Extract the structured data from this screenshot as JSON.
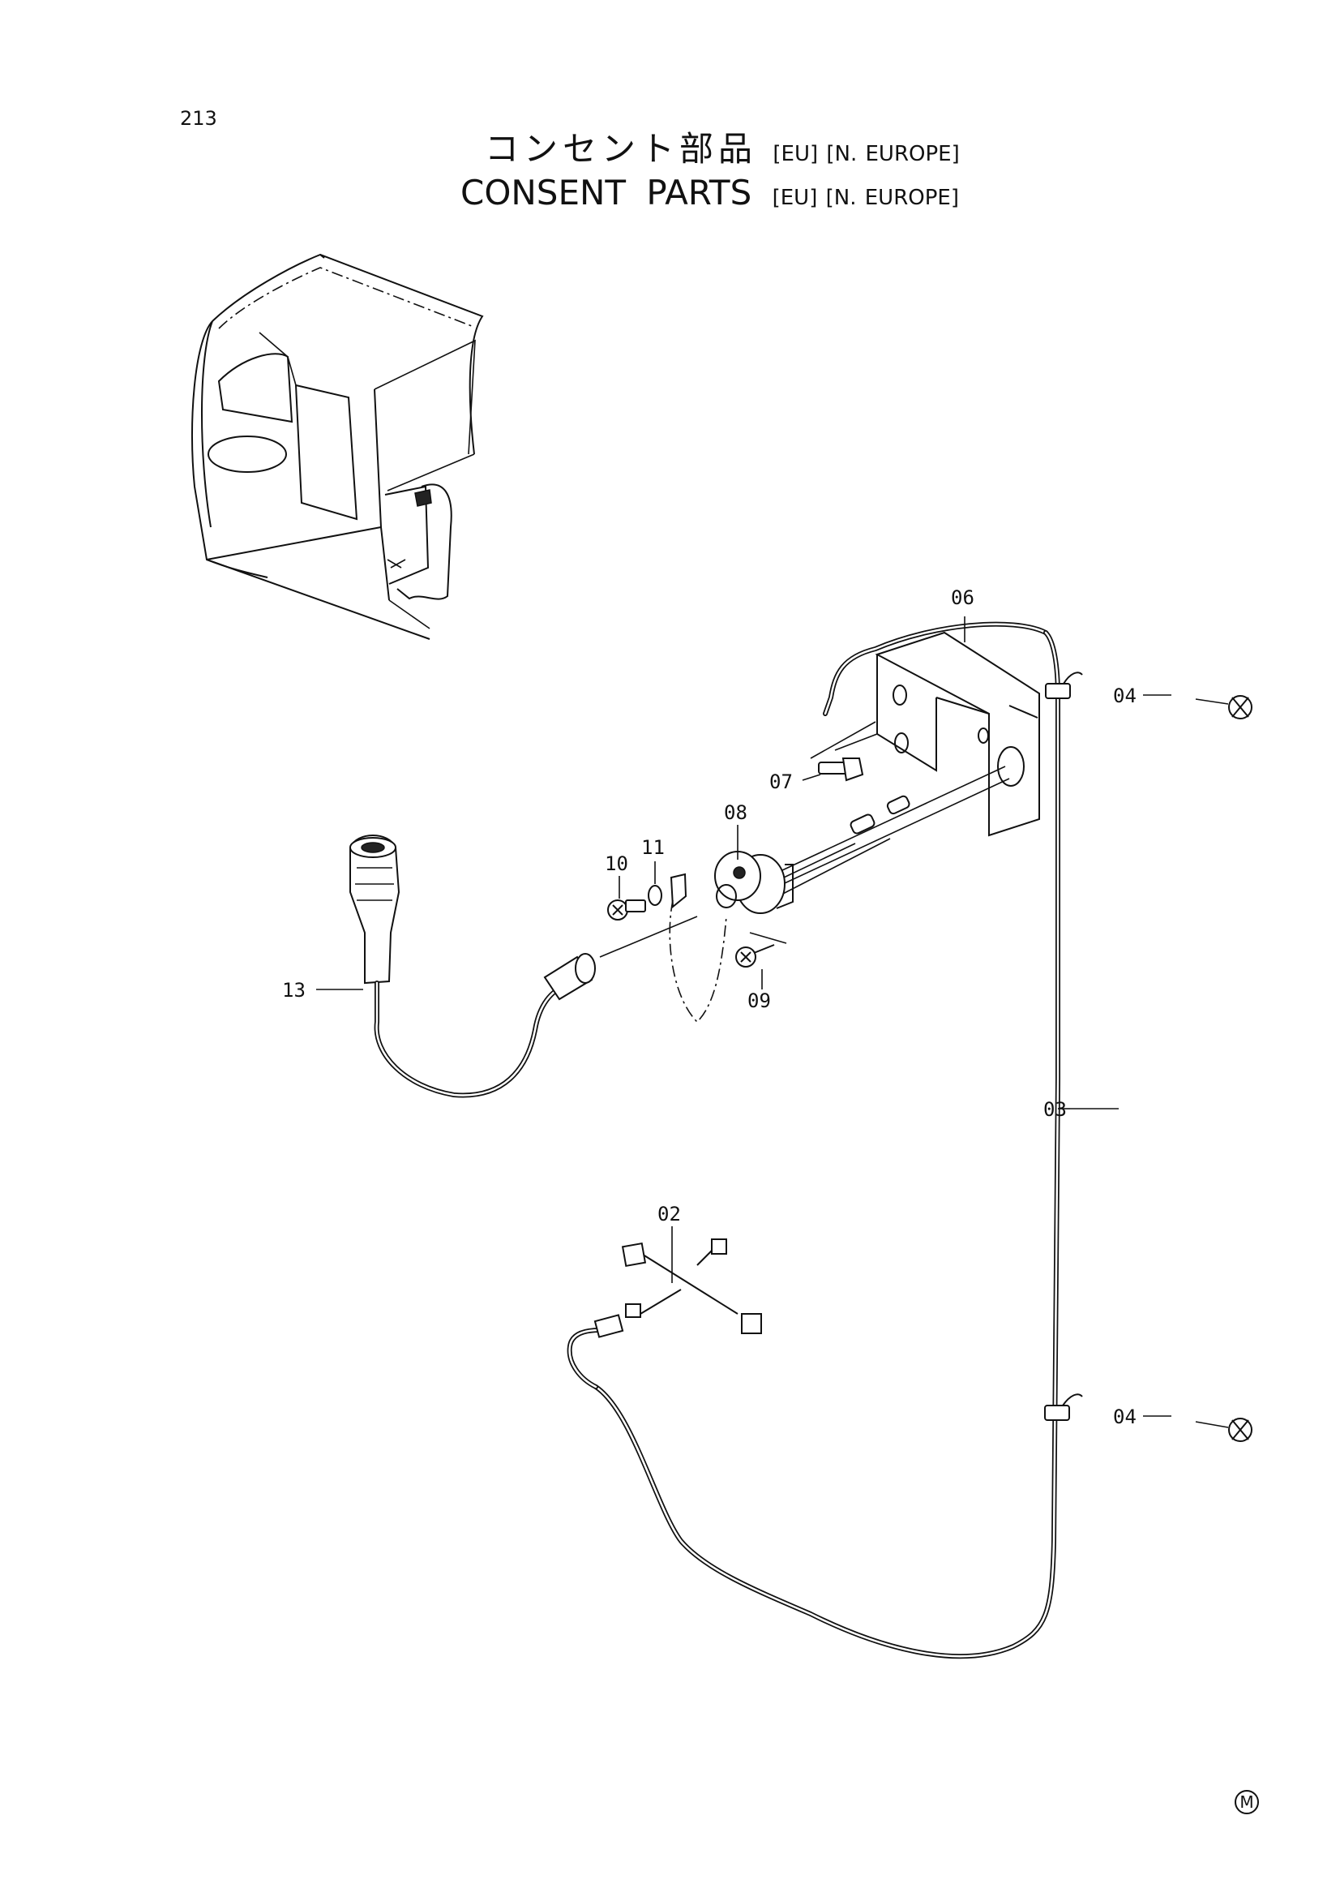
{
  "page": {
    "number": "213",
    "title_jp": "コンセント部品",
    "title_en": "CONSENT PARTS",
    "region_tag": "[EU] [N. EUROPE]",
    "corner_mark": "M"
  },
  "callouts": {
    "c02": "02",
    "c03": "03",
    "c04a": "04",
    "c04b": "04",
    "c06": "06",
    "c07": "07",
    "c08": "08",
    "c09": "09",
    "c10": "10",
    "c11": "11",
    "c13": "13"
  }
}
